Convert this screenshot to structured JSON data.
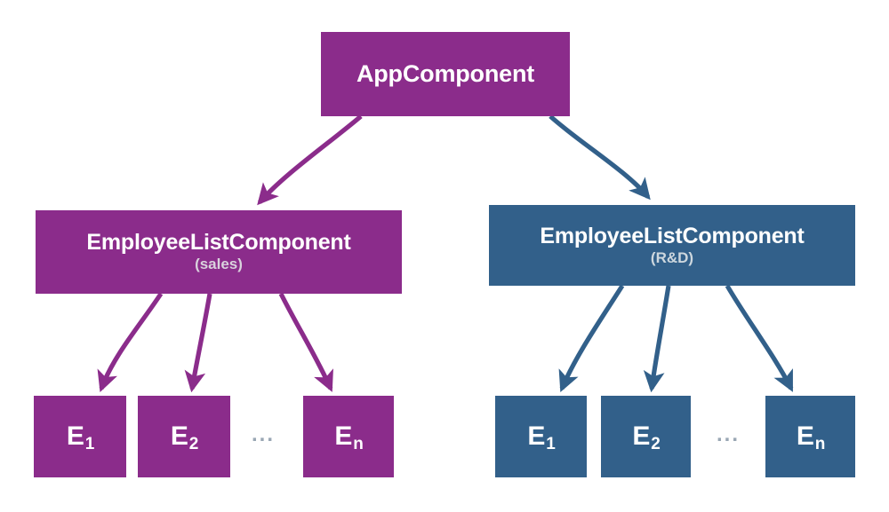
{
  "diagram": {
    "title": "Angular component tree with two EmployeeListComponent instances",
    "colors": {
      "purple": "#8B2C8B",
      "blue": "#32608A",
      "background": "#FFFFFF",
      "subtitle_purple": "#D9D2DD",
      "subtitle_blue": "#CDD7DE",
      "ellipsis": "#9AA7B4"
    },
    "root": {
      "label": "AppComponent"
    },
    "branches": [
      {
        "id": "sales",
        "color": "purple",
        "label": "EmployeeListComponent",
        "subtitle": "(sales)",
        "ellipsis": "...",
        "leaves": [
          {
            "base": "E",
            "sub": "1"
          },
          {
            "base": "E",
            "sub": "2"
          },
          {
            "base": "E",
            "sub": "n"
          }
        ]
      },
      {
        "id": "rnd",
        "color": "blue",
        "label": "EmployeeListComponent",
        "subtitle": "(R&D)",
        "ellipsis": "...",
        "leaves": [
          {
            "base": "E",
            "sub": "1"
          },
          {
            "base": "E",
            "sub": "2"
          },
          {
            "base": "E",
            "sub": "n"
          }
        ]
      }
    ]
  }
}
